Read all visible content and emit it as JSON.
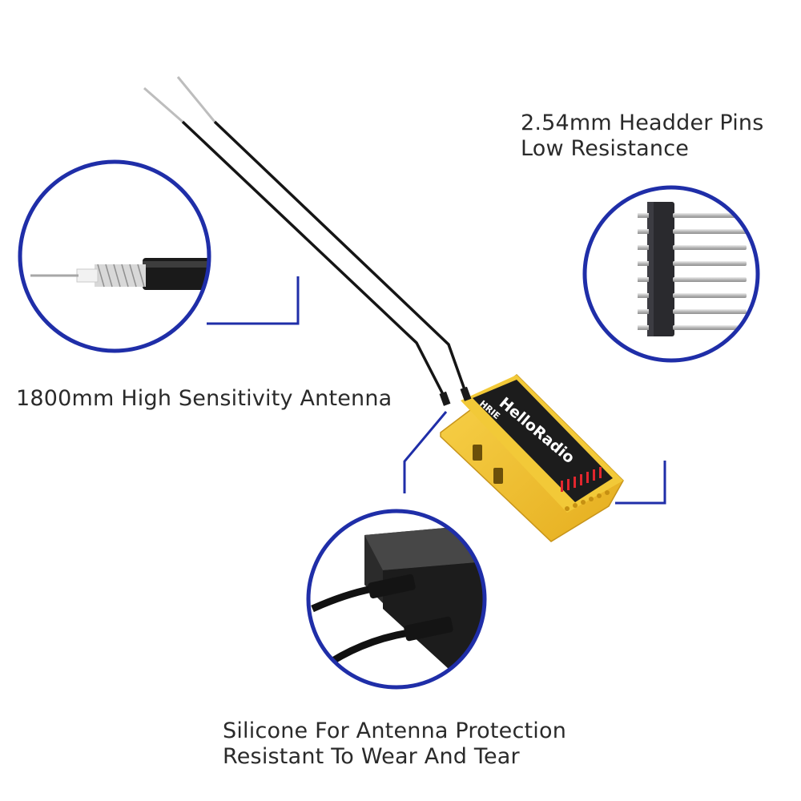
{
  "captions": {
    "pins": {
      "line1": "2.54mm Headder Pins",
      "line2": "Low Resistance"
    },
    "antenna": {
      "line1": "1800mm High Sensitivity Antenna"
    },
    "silicone": {
      "line1": "Silicone For Antenna Protection",
      "line2": "Resistant To Wear And Tear"
    }
  },
  "device": {
    "brand_label": "HRIE",
    "model_label": "HelloRadio"
  },
  "colors": {
    "circle_border": "#1f2ea8",
    "callout_line": "#1f2ea8",
    "device_body": "#f4c430",
    "device_dark": "#d9a514",
    "label_plate": "#1c1c1c",
    "antenna_wire": "#1a1a1a",
    "pin_housing": "#2a2a2e",
    "pin_metal": "#c8c8c8",
    "text": "#2a2a2a"
  }
}
